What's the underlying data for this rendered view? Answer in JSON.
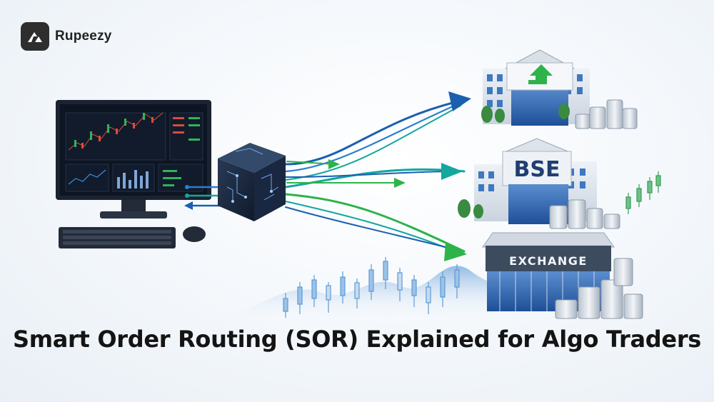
{
  "brand": {
    "name": "Rupeezy",
    "icon": "rupeezy-logo-icon"
  },
  "headline": "Smart Order Routing (SOR) Explained for Algo Traders",
  "venues": [
    {
      "label": "",
      "icon": "arrow-up-icon"
    },
    {
      "label": "BSE"
    },
    {
      "label": "EXCHANGE"
    }
  ],
  "colors": {
    "arrow_blue": "#1b5fb0",
    "arrow_teal": "#13a79e",
    "arrow_green": "#2db34a",
    "dark": "#222222"
  }
}
